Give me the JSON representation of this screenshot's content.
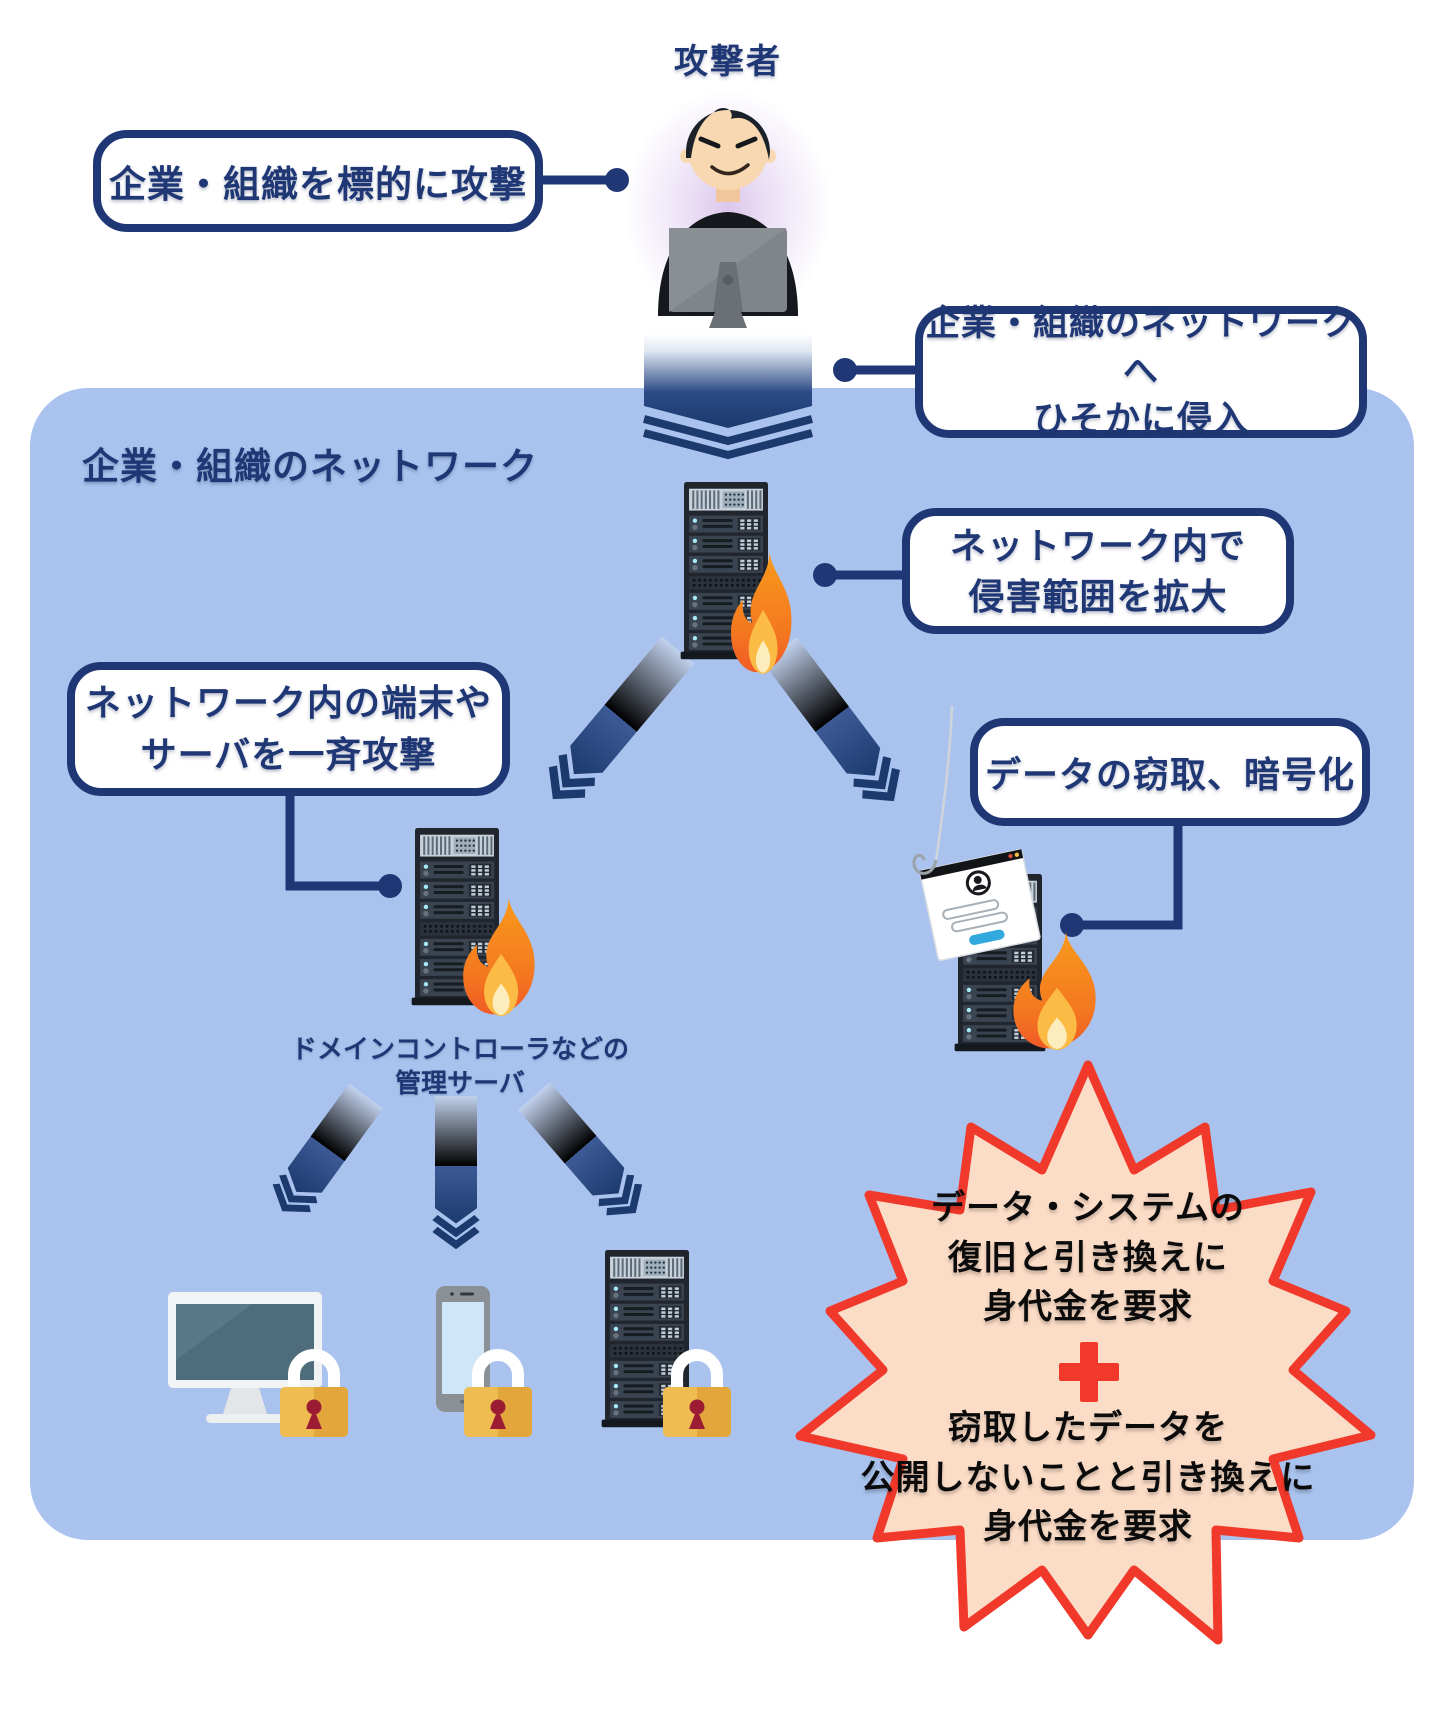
{
  "title": {
    "attacker": "攻撃者"
  },
  "network": {
    "label": "企業・組織のネットワーク"
  },
  "callouts": {
    "target": {
      "text": "企業・組織を標的に攻撃"
    },
    "infiltrate": {
      "line1": "企業・組織のネットワークへ",
      "line2": "ひそかに侵入"
    },
    "expand": {
      "line1": "ネットワーク内で",
      "line2": "侵害範囲を拡大"
    },
    "attack_all": {
      "line1": "ネットワーク内の端末や",
      "line2": "サーバを一斉攻撃"
    },
    "exfiltrate": {
      "text": "データの窃取、暗号化"
    }
  },
  "labels": {
    "mgmt_server": {
      "line1": "ドメインコントローラなどの",
      "line2": "管理サーバ"
    }
  },
  "ransom": {
    "demand_recovery": {
      "line1": "データ・システムの",
      "line2": "復旧と引き換えに",
      "line3": "身代金を要求"
    },
    "plus": "＋",
    "demand_no_leak": {
      "line1": "窃取したデータを",
      "line2": "公開しないことと引き換えに",
      "line3": "身代金を要求"
    }
  },
  "colors": {
    "navy": "#1F3875",
    "panel_blue": "#A9C3EE",
    "alert_red": "#F0392B",
    "burst_fill": "#FBDCC6",
    "fire_orange": "#F58A1E",
    "lock_gold": "#EFBC51",
    "text_black": "#0B0B0B"
  },
  "icons": {
    "attacker": "attacker-at-computer-icon",
    "server": "server-rack-icon",
    "fire": "fire-icon",
    "lock": "padlock-icon",
    "monitor": "desktop-monitor-icon",
    "phone": "smartphone-icon",
    "phishing": "phishing-login-icon",
    "arrow": "chevron-arrow-icon",
    "plus": "plus-icon"
  }
}
